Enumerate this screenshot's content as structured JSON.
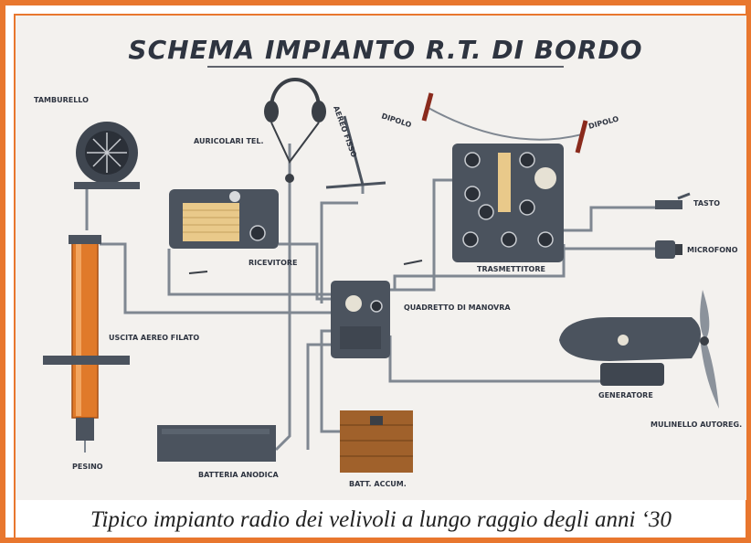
{
  "title": "SCHEMA IMPIANTO R.T. DI BORDO",
  "labels": {
    "tamburello": "TAMBURELLO",
    "auricolari": "AURICOLARI TEL.",
    "aereo_fisso": "AEREO FISSO",
    "dipolo_left": "DIPOLO",
    "dipolo_right": "DIPOLO",
    "tasto": "TASTO",
    "microfono": "MICROFONO",
    "ricevitore": "RICEVITORE",
    "trasmettitore": "TRASMETTITORE",
    "quadretto": "QUADRETTO DI MANOVRA",
    "uscita": "USCITA AEREO FILATO",
    "generatore": "GENERATORE",
    "mulinello": "MULINELLO AUTOREG.",
    "pesino": "PESINO",
    "batteria": "BATTERIA ANODICA",
    "batt_accum": "BATT. ACCUM."
  },
  "caption": "Tipico impianto radio dei velivoli a lungo raggio degli anni ‘30",
  "colors": {
    "border": "#e8772e",
    "equipment": "#4b535e",
    "wire": "#7f8791",
    "mast": "#e07a2a",
    "crate": "#a0612b"
  }
}
